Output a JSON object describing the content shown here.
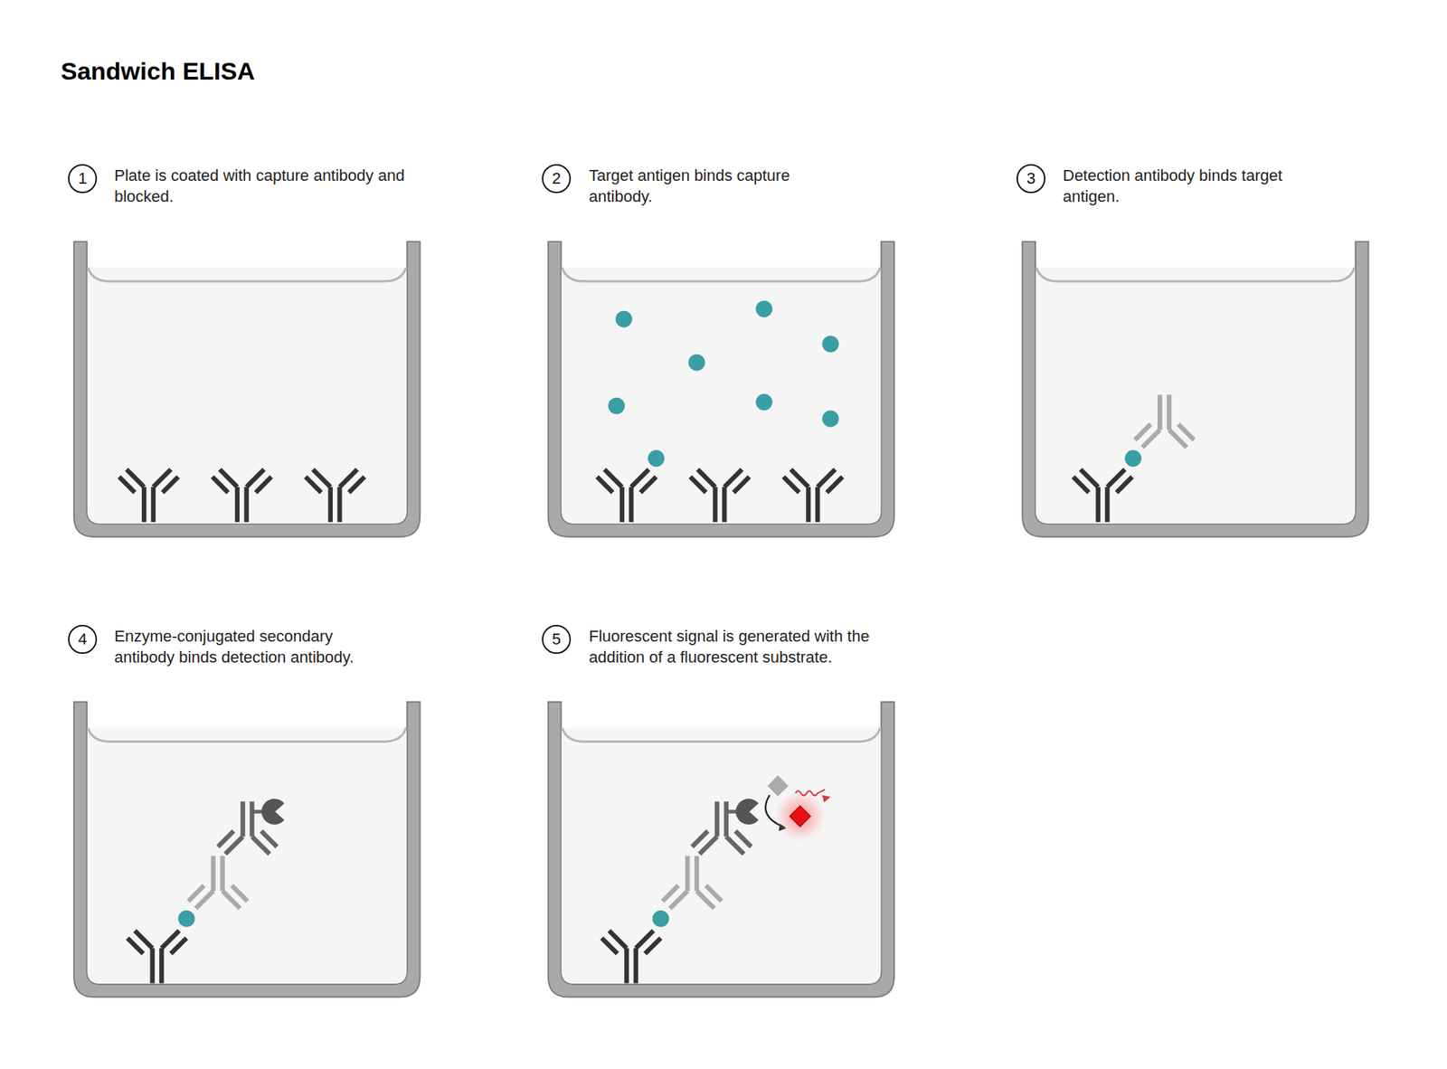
{
  "diagram": {
    "title": "Sandwich ELISA",
    "nodes": [
      {
        "text": [
          "1"
        ]
      },
      {
        "text": [
          "2"
        ]
      },
      {
        "text": [
          "3"
        ]
      },
      {
        "text": [
          "4"
        ]
      },
      {
        "text": [
          "5"
        ]
      }
    ],
    "labels": [
      "Plate is coated with capture antibody and blocked.",
      "Target antigen binds capture antibody.",
      "Detection antibody binds target antigen.",
      "Enzyme-conjugated secondary antibody binds detection antibody.",
      "Fluorescent signal is generated with the addition of a fluorescent substrate."
    ]
  }
}
